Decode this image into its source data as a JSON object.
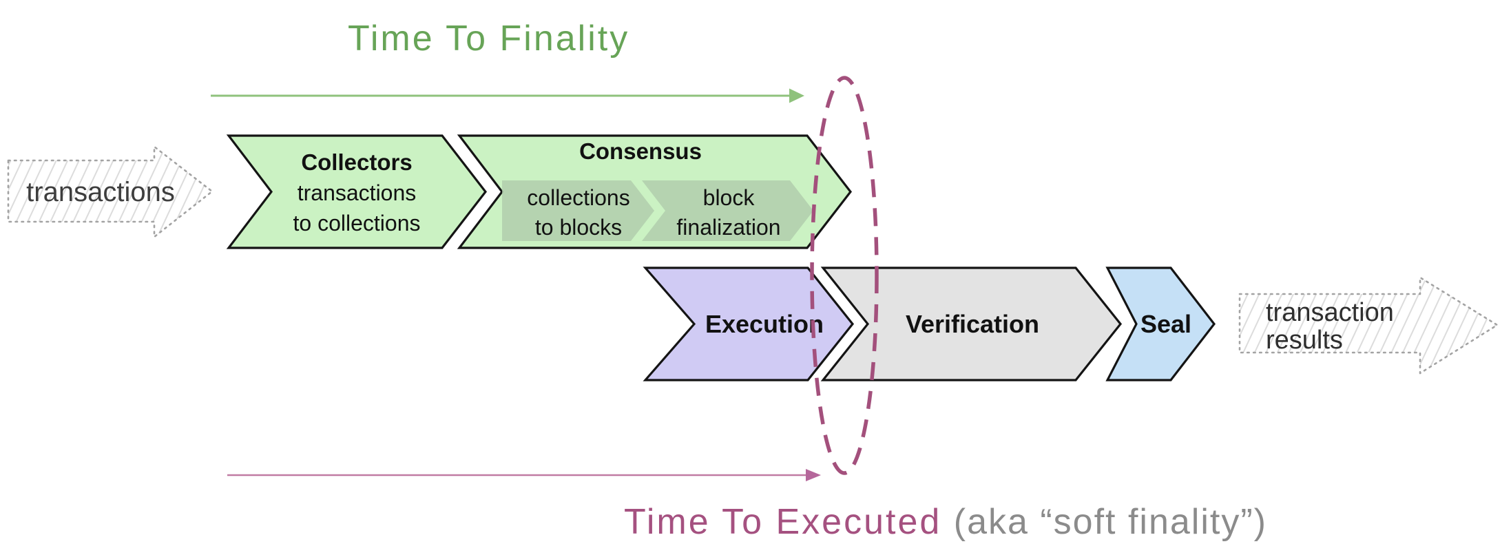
{
  "titles": {
    "time_to_finality": "Time To Finality",
    "time_to_executed": "Time To Executed",
    "time_to_executed_suffix": "(aka “soft finality”)"
  },
  "io": {
    "input_label": "transactions",
    "output_line1": "transaction",
    "output_line2": "results"
  },
  "pipeline": {
    "collectors": {
      "title": "Collectors",
      "line1": "transactions",
      "line2": "to collections"
    },
    "consensus": {
      "title": "Consensus",
      "sub1_line1": "collections",
      "sub1_line2": "to blocks",
      "sub2_line1": "block",
      "sub2_line2": "finalization"
    },
    "execution": {
      "title": "Execution"
    },
    "verification": {
      "title": "Verification"
    },
    "seal": {
      "title": "Seal"
    }
  },
  "colors": {
    "finality_title_green": "#67a457",
    "finality_arrow_green": "#8fc27c",
    "executed_title_maroon": "#a55180",
    "executed_suffix_gray": "#8b8b8b",
    "executed_arrow_pink": "#c07ba3",
    "soft_finality_ellipse": "#a3507c",
    "chevron_green": "#cbf2c3",
    "chevron_sub_green": "#aecbaa",
    "chevron_purple": "#d0cbf4",
    "chevron_gray": "#e3e3e3",
    "chevron_blue": "#c5e0f6",
    "chevron_border": "#141414",
    "io_text_gray": "#3d3d3d"
  }
}
